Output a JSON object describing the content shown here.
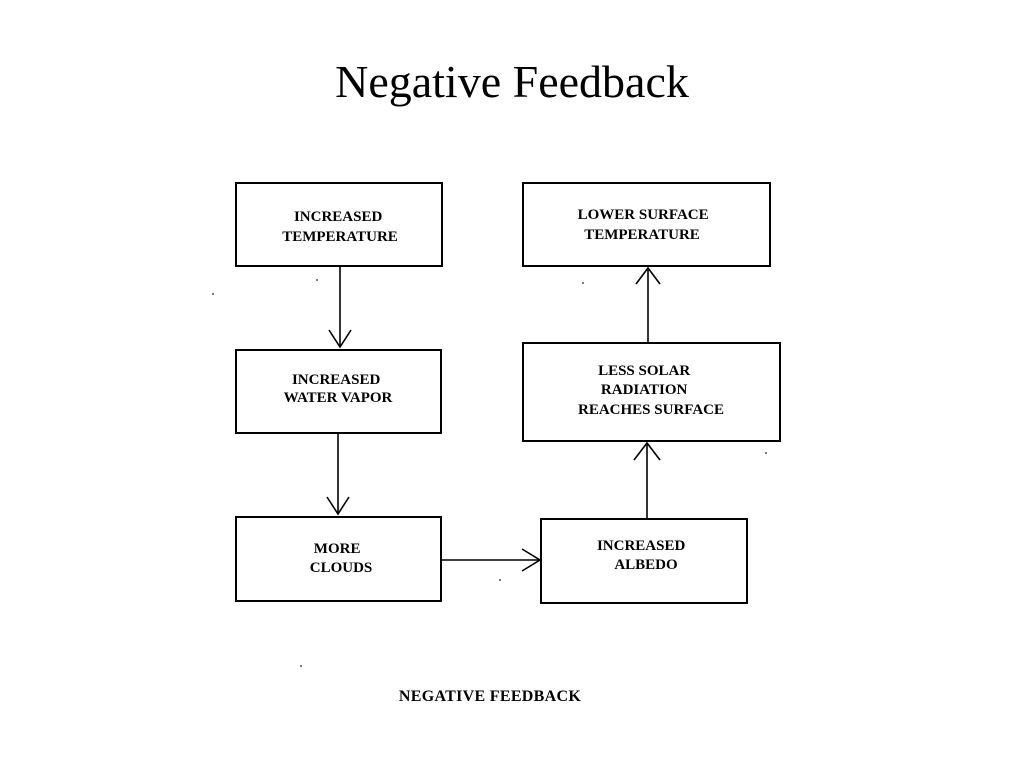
{
  "title": "Negative Feedback",
  "caption": "NEGATIVE FEEDBACK",
  "boxes": {
    "increased_temperature": [
      "INCREASED",
      "TEMPERATURE"
    ],
    "increased_water_vapor": [
      "INCREASED",
      "WATER VAPOR"
    ],
    "more_clouds": [
      "MORE",
      "CLOUDS"
    ],
    "increased_albedo": [
      "INCREASED",
      "ALBEDO"
    ],
    "less_solar_radiation": [
      "LESS SOLAR",
      "RADIATION",
      "REACHES SURFACE"
    ],
    "lower_surface_temperature": [
      "LOWER SURFACE",
      "TEMPERATURE"
    ]
  },
  "connections": [
    {
      "from": "increased_temperature",
      "to": "increased_water_vapor"
    },
    {
      "from": "increased_water_vapor",
      "to": "more_clouds"
    },
    {
      "from": "more_clouds",
      "to": "increased_albedo"
    },
    {
      "from": "increased_albedo",
      "to": "less_solar_radiation"
    },
    {
      "from": "less_solar_radiation",
      "to": "lower_surface_temperature"
    }
  ]
}
